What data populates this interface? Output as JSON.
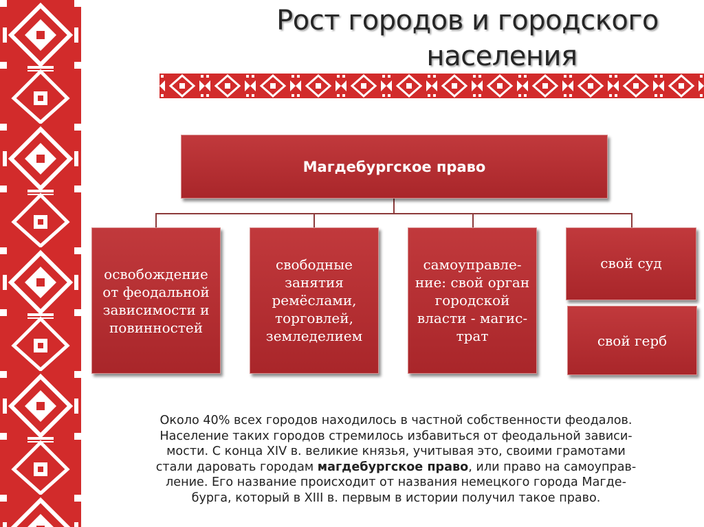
{
  "title": {
    "line1": "Рост городов и городского",
    "line2": "населения"
  },
  "diagram": {
    "root": "Магдебургское право",
    "children": [
      {
        "lines": [
          "освобождение",
          "от феодальной",
          "зависимости и",
          "повинностей"
        ]
      },
      {
        "lines": [
          "свободные",
          "занятия",
          "ремёслами,",
          "торговлей,",
          "земледелием"
        ]
      },
      {
        "lines": [
          "самоуправле-",
          "ние: свой орган",
          "городской",
          "власти - магис-",
          "трат"
        ]
      },
      {
        "lines": [
          "свой суд"
        ]
      },
      {
        "lines": [
          "свой герб"
        ]
      }
    ]
  },
  "note": {
    "lines": [
      "Около 40% всех городов находилось в частной собственности феодалов.",
      "Население таких городов стремилось избавиться от феодальной зависи-",
      "мости. С конца XIV в. великие князья, учитывая это, своими грамотами"
    ],
    "line4_before": "стали даровать городам ",
    "line4_bold": "магдебургское право",
    "line4_after": ", или право на самоуправ-",
    "lines_end": [
      "ление. Его название происходит от названия немецкого города Магде-",
      "бурга, который в XIII в. первым в истории получил такое право."
    ]
  },
  "colors": {
    "box": "#b52f32",
    "ornament": "#d22b2b",
    "connector": "#8c3a3a"
  }
}
